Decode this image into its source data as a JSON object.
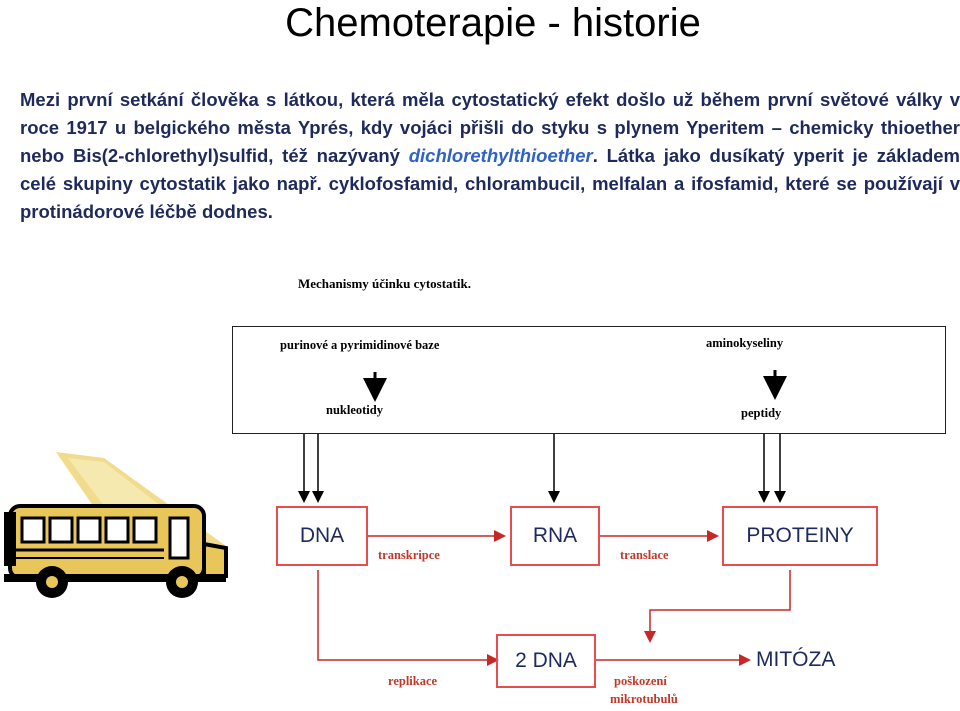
{
  "title": "Chemoterapie - historie",
  "intro": {
    "part1": "Mezi první setkání člověka s látkou, která měla cytostatický efekt došlo už během první světové války v roce 1917 u belgického města Yprés, kdy vojáci přišli do styku s plynem Yperitem – chemicky thioether nebo Bis(2-chlorethyl)sulfid, též nazývaný ",
    "term": "dichlorethylthioether",
    "part2": ". Látka jako dusíkatý yperit je základem celé skupiny cytostatik jako např. cyklofosfamid, chlorambucil, melfalan a ifosfamid, které se používají v protinádorové léčbě dodnes."
  },
  "diagram": {
    "title": "Mechanismy účinku cytostatik.",
    "purines": "purinové a pyrimidinové baze",
    "nucleotides": "nukleotidy",
    "aminoacids": "aminokyseliny",
    "peptides": "peptidy",
    "dna": "DNA",
    "rna": "RNA",
    "proteins": "PROTEINY",
    "transcription": "transkripce",
    "translation": "translace",
    "dna2": "2 DNA",
    "mitosis": "MITÓZA",
    "replication": "replikace",
    "microtubule_damage_1": "poškození",
    "microtubule_damage_2": "mikrotubulů"
  },
  "colors": {
    "box_border": "#e94c4c",
    "arrow_red": "#c62828",
    "text_dark": "#1f2a5c",
    "link": "#2e62c6",
    "bus": "#e8c65a"
  },
  "icons": {
    "bus": "school-bus-clipart"
  }
}
